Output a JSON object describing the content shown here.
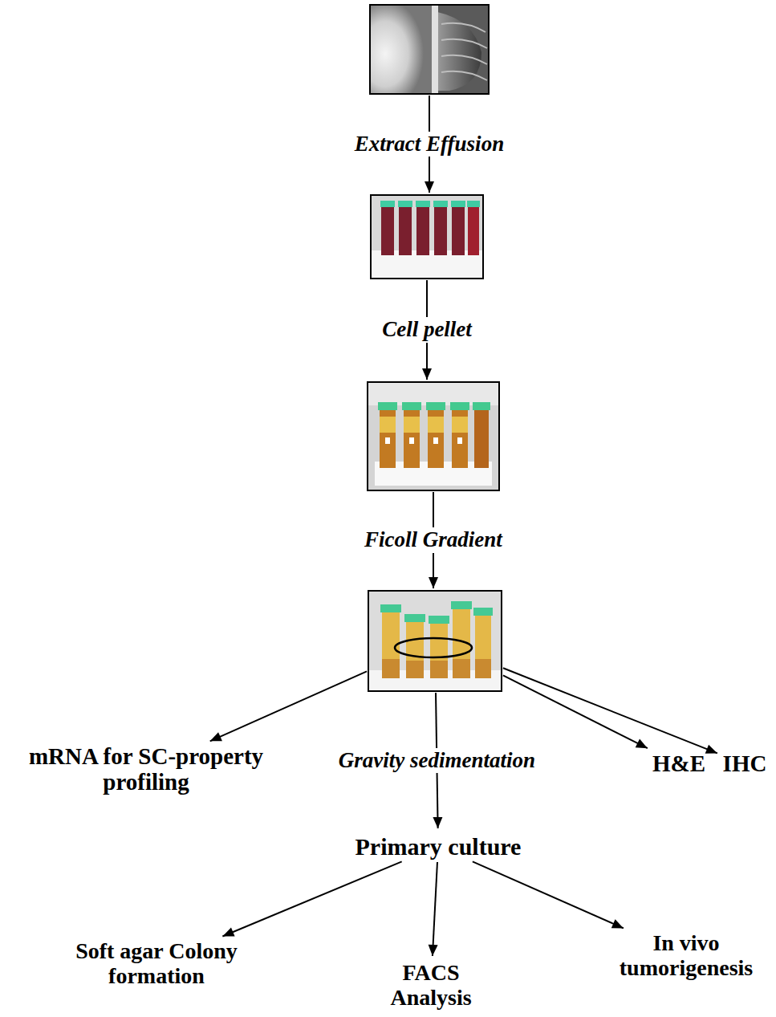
{
  "diagram": {
    "nodes": [
      {
        "text": []
      },
      {
        "text": []
      },
      {
        "text": []
      },
      {
        "text": []
      },
      {
        "text": [
          "mRNA for SC-property profiling"
        ]
      },
      {
        "text": [
          "H&E"
        ]
      },
      {
        "text": [
          "IHC"
        ]
      },
      {
        "text": [
          "Primary culture"
        ]
      },
      {
        "text": [
          "Soft agar Colony formation"
        ]
      },
      {
        "text": [
          "FACS Analysis"
        ]
      },
      {
        "text": [
          "In vivo tumorigenesis"
        ]
      }
    ],
    "edges": [
      {
        "from": 0,
        "to": 1,
        "label": "Extract Effusion",
        "arrow": "to"
      },
      {
        "from": 1,
        "to": 2,
        "label": "Cell pellet",
        "arrow": "to"
      },
      {
        "from": 2,
        "to": 3,
        "label": "Ficoll Gradient",
        "arrow": "to"
      },
      {
        "from": 3,
        "to": 4,
        "arrow": "to"
      },
      {
        "from": 3,
        "to": 7,
        "label": "Gravity sedimentation",
        "arrow": "to"
      },
      {
        "from": 3,
        "to": 5,
        "arrow": "to"
      },
      {
        "from": 3,
        "to": 6,
        "arrow": "to"
      },
      {
        "from": 7,
        "to": 8,
        "arrow": "to"
      },
      {
        "from": 7,
        "to": 9,
        "arrow": "to"
      },
      {
        "from": 7,
        "to": 10,
        "arrow": "to"
      }
    ]
  }
}
